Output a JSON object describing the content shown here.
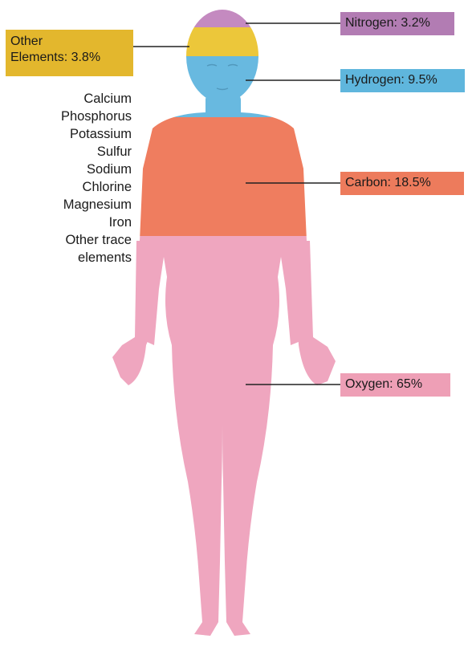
{
  "labels": {
    "nitrogen": {
      "text": "Nitrogen: 3.2%",
      "color": "#b27cb3"
    },
    "other": {
      "line1": "Other",
      "line2": "Elements: 3.8%",
      "color": "#e3b72d"
    },
    "hydrogen": {
      "text": "Hydrogen: 9.5%",
      "color": "#5fb6dd"
    },
    "carbon": {
      "text": "Carbon: 18.5%",
      "color": "#ed7b5c"
    },
    "oxygen": {
      "text": "Oxygen: 65%",
      "color": "#ee9fb6"
    }
  },
  "trace_elements": [
    "Calcium",
    "Phosphorus",
    "Potassium",
    "Sulfur",
    "Sodium",
    "Chlorine",
    "Magnesium",
    "Iron",
    "Other trace",
    "elements"
  ],
  "colors": {
    "nitrogen_region": "#c48ac0",
    "other_region": "#ecc73a",
    "hydrogen_region": "#68b9e0",
    "carbon_region": "#ef7d5f",
    "oxygen_region": "#efa6bf",
    "leader_line": "#222222"
  }
}
